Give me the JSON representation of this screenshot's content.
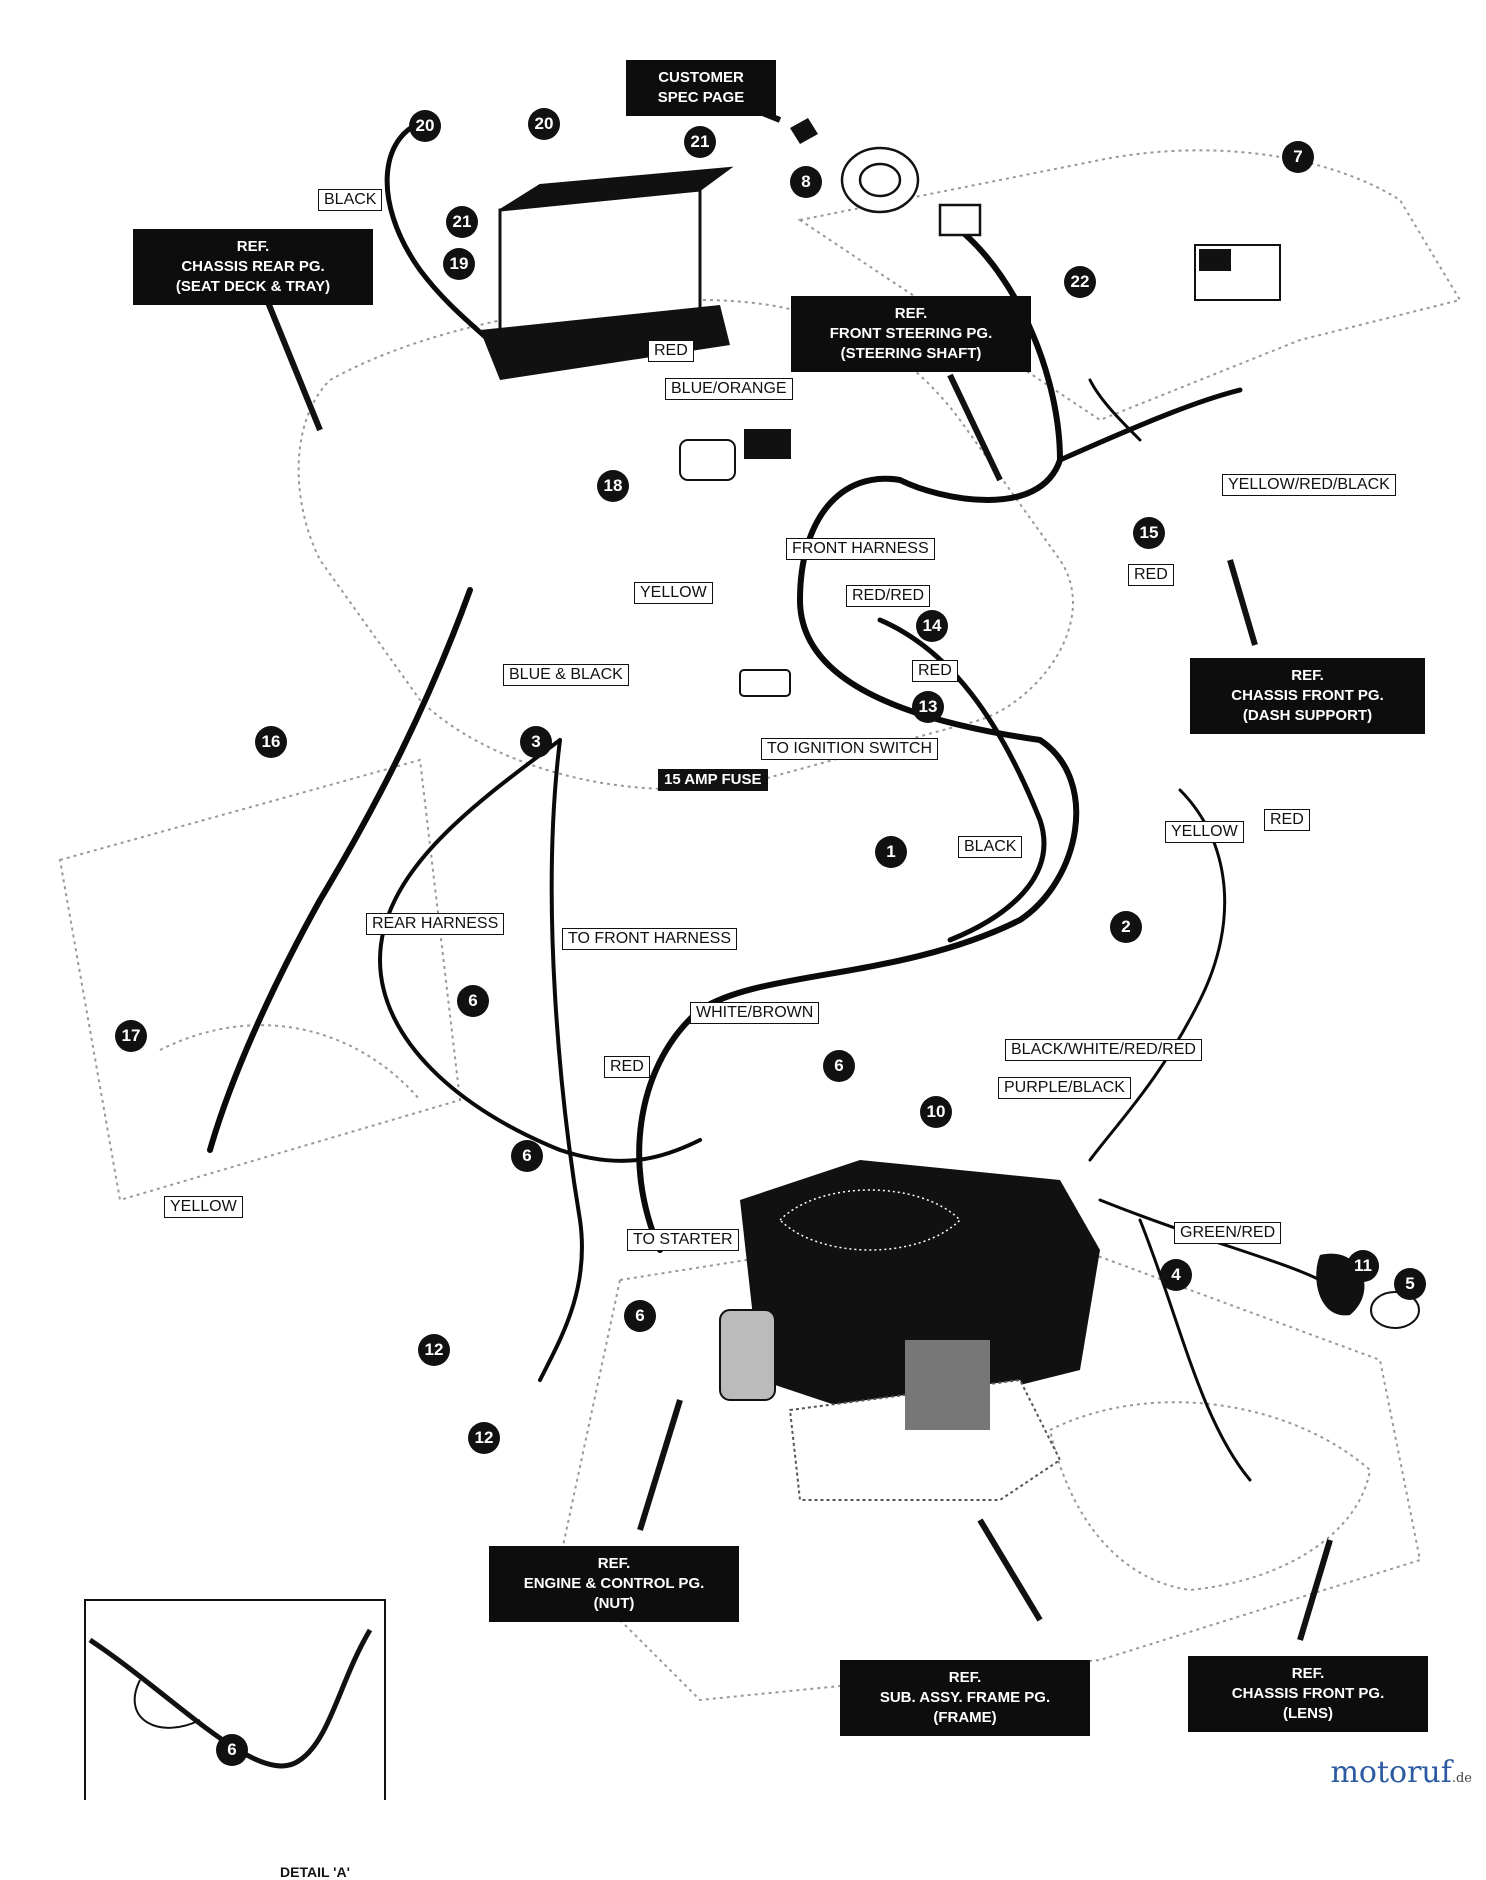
{
  "wire_labels": {
    "black_top": "BLACK",
    "red_top": "RED",
    "blue_orange": "BLUE/ORANGE",
    "yellow_mid": "YELLOW",
    "front_harness": "FRONT HARNESS",
    "red_red": "RED/RED",
    "blue_black": "BLUE & BLACK",
    "red_mid": "RED",
    "to_ignition_switch": "TO IGNITION SWITCH",
    "fuse": "15 AMP FUSE",
    "black_mid": "BLACK",
    "yellow_red_black": "YELLOW/RED/BLACK",
    "red_right": "RED",
    "yellow_right": "YELLOW",
    "red_right2": "RED",
    "rear_harness": "REAR HARNESS",
    "to_front_harness": "TO FRONT HARNESS",
    "white_brown": "WHITE/BROWN",
    "black_white_red_red": "BLACK/WHITE/RED/RED",
    "purple_black": "PURPLE/BLACK",
    "red_low": "RED",
    "yellow_low": "YELLOW",
    "to_starter": "TO STARTER",
    "green_red": "GREEN/RED"
  },
  "refs": {
    "customer_spec": [
      "CUSTOMER",
      "SPEC PAGE"
    ],
    "chassis_rear": [
      "REF.",
      "CHASSIS REAR PG.",
      "(SEAT DECK & TRAY)"
    ],
    "front_steering": [
      "REF.",
      "FRONT STEERING PG.",
      "(STEERING SHAFT)"
    ],
    "chassis_front_dash": [
      "REF.",
      "CHASSIS FRONT PG.",
      "(DASH SUPPORT)"
    ],
    "engine_control": [
      "REF.",
      "ENGINE & CONTROL PG.",
      "(NUT)"
    ],
    "sub_assy": [
      "REF.",
      "SUB. ASSY. FRAME PG.",
      "(FRAME)"
    ],
    "chassis_front_lens": [
      "REF.",
      "CHASSIS FRONT PG.",
      "(LENS)"
    ]
  },
  "callouts": {
    "c20a": "20",
    "c20b": "20",
    "c21a": "21",
    "c21b": "21",
    "c19": "19",
    "c8": "8",
    "c7": "7",
    "c22": "22",
    "c18": "18",
    "c15": "15",
    "c14": "14",
    "c13": "13",
    "c16": "16",
    "c3": "3",
    "c1": "1",
    "c2": "2",
    "c17": "17",
    "c6a": "6",
    "c6b": "6",
    "c6c": "6",
    "c6d": "6",
    "c6e": "6",
    "c10": "10",
    "c4": "4",
    "c11": "11",
    "c5": "5",
    "c12a": "12",
    "c12b": "12"
  },
  "detail_title": "DETAIL 'A'",
  "watermark": {
    "name": "motoruf",
    "suffix": ".de"
  }
}
